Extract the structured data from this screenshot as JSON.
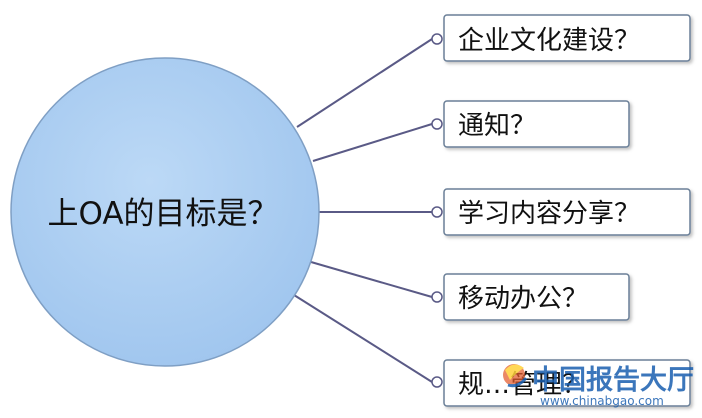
{
  "hub": {
    "label": "上OA的目标是？",
    "fill_color": "#a9cdf2",
    "stroke_color": "#7f9fc4"
  },
  "branches": [
    {
      "label": "企业文化建设？"
    },
    {
      "label": "通知？"
    },
    {
      "label": "学习内容分享？"
    },
    {
      "label": "移动办公？"
    },
    {
      "label": "规…管理？"
    }
  ],
  "connector_color": "#5a5a86",
  "box_border_color": "#6b7f97",
  "watermark": {
    "brand": "中国报告大厅",
    "url": "www.chinabgao.com",
    "color": "#1a5fb0"
  }
}
